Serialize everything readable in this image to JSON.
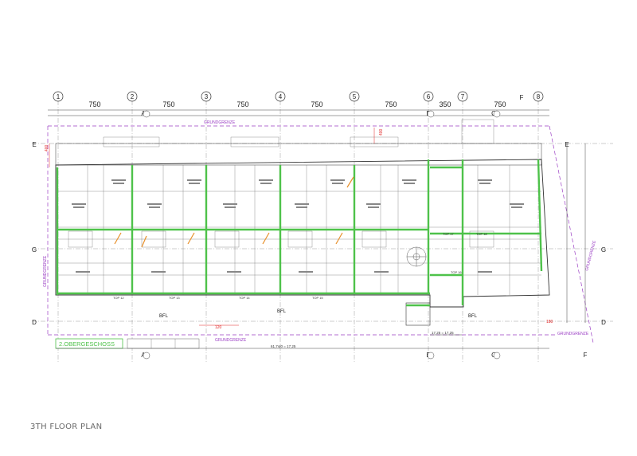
{
  "plan": {
    "axis_numbers": [
      "1",
      "2",
      "3",
      "4",
      "5",
      "6",
      "7",
      "8"
    ],
    "axis_dims": [
      "750",
      "750",
      "750",
      "750",
      "750",
      "350",
      "750"
    ],
    "axis_letters": {
      "E": "E",
      "G": "G",
      "D": "D",
      "A": "A",
      "B": "B",
      "C": "C",
      "F": "F"
    },
    "boundary_label": "GRUNDGRENZE",
    "floor_label": "2.OBERGESCHOSS",
    "red_dims": [
      "400",
      "400",
      "120",
      "180"
    ],
    "black_labels": [
      "BFL",
      "BFL",
      "BFL"
    ],
    "unit_labels": [
      "TOP 12",
      "TOP 13",
      "TOP 14",
      "TOP 15",
      "TOP 16",
      "TOP 17",
      "TOP 18"
    ],
    "bottom_dim": "61,74/0 = 17,25",
    "right_dim": "17,25 = 17,25",
    "colors": {
      "line": "#3a3a3a",
      "wall_green": "#4ec24a",
      "purple": "#9b3fc4",
      "red": "#e02020",
      "orange": "#e8902a",
      "cyan": "#5aa9d6"
    }
  },
  "caption": "3TH FLOOR PLAN"
}
